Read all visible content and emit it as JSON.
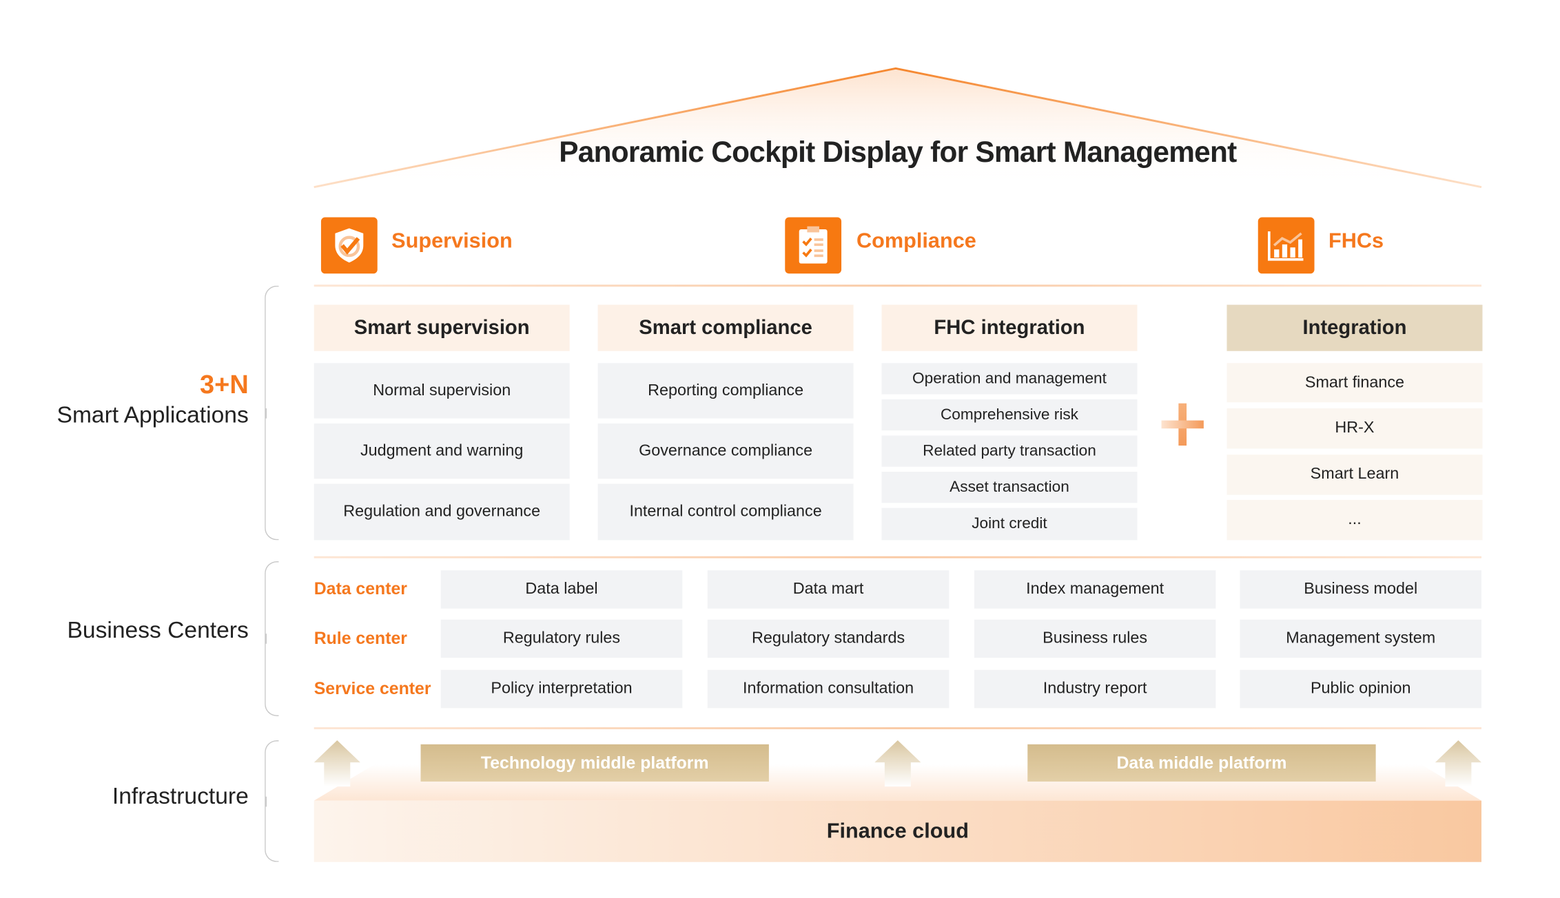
{
  "title": "Panoramic Cockpit Display for Smart Management",
  "categories": [
    {
      "label": "Supervision",
      "icon": "shield-check-icon"
    },
    {
      "label": "Compliance",
      "icon": "clipboard-checklist-icon"
    },
    {
      "label": "FHCs",
      "icon": "bar-chart-icon"
    }
  ],
  "colors": {
    "accent": "#f5781e",
    "tan": "#d4bc8d",
    "gray_cell": "#f2f3f5"
  },
  "smart_applications": {
    "count_label": "3+N",
    "label": "Smart Applications",
    "columns": [
      {
        "header": "Smart supervision",
        "items": [
          "Normal supervision",
          "Judgment and warning",
          "Regulation and governance"
        ]
      },
      {
        "header": "Smart compliance",
        "items": [
          "Reporting compliance",
          "Governance compliance",
          "Internal control compliance"
        ]
      },
      {
        "header": "FHC integration",
        "items": [
          "Operation and management",
          "Comprehensive risk",
          "Related party transaction",
          "Asset transaction",
          "Joint credit"
        ]
      },
      {
        "header": "Integration",
        "items": [
          "Smart finance",
          "HR-X",
          "Smart Learn",
          "..."
        ]
      }
    ],
    "plus": "+"
  },
  "business_centers": {
    "label": "Business Centers",
    "rows": [
      {
        "label": "Data center",
        "cells": [
          "Data label",
          "Data mart",
          "Index management",
          "Business model"
        ]
      },
      {
        "label": "Rule center",
        "cells": [
          "Regulatory rules",
          "Regulatory standards",
          "Business rules",
          "Management system"
        ]
      },
      {
        "label": "Service center",
        "cells": [
          "Policy interpretation",
          "Information consultation",
          "Industry report",
          "Public opinion"
        ]
      }
    ]
  },
  "infrastructure": {
    "label": "Infrastructure",
    "platforms": [
      "Technology middle platform",
      "Data middle platform"
    ],
    "base": "Finance cloud"
  }
}
